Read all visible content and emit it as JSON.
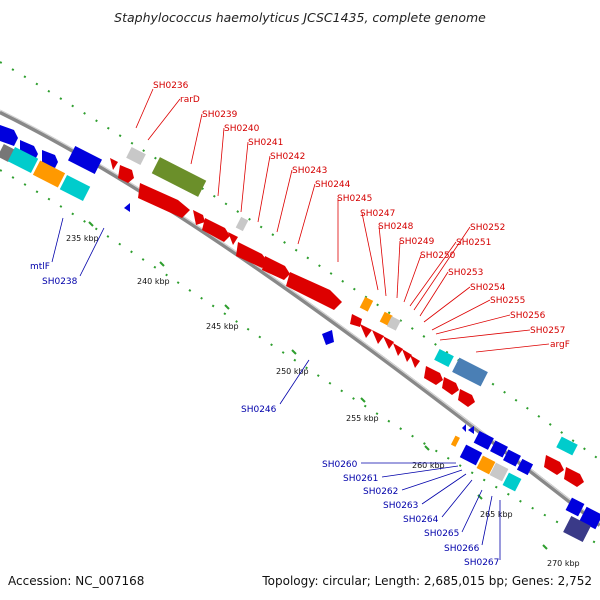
{
  "title": "Staphylococcus haemolyticus JCSC1435, complete genome",
  "footer": {
    "accession": "Accession: NC_007168",
    "summary": "Topology: circular; Length: 2,685,015 bp; Genes: 2,752"
  },
  "colors": {
    "forward_label": "#d40000",
    "reverse_label": "#0000aa",
    "backbone": "#8a8a8a",
    "tick": "#2e9e2e"
  },
  "scale_labels": [
    "235 kbp",
    "240 kbp",
    "245 kbp",
    "250 kbp",
    "255 kbp",
    "260 kbp",
    "265 kbp",
    "270 kbp"
  ],
  "labels_forward": [
    "SH0236",
    "rarD",
    "SH0239",
    "SH0240",
    "SH0241",
    "SH0242",
    "SH0243",
    "SH0244",
    "SH0245",
    "SH0247",
    "SH0248",
    "SH0249",
    "SH0250",
    "SH0251",
    "SH0252",
    "SH0253",
    "SH0254",
    "SH0255",
    "SH0256",
    "SH0257",
    "argF"
  ],
  "labels_reverse": [
    "mtlF",
    "SH0238",
    "SH0246",
    "SH0260",
    "SH0261",
    "SH0262",
    "SH0263",
    "SH0264",
    "SH0265",
    "SH0266",
    "SH0267"
  ]
}
